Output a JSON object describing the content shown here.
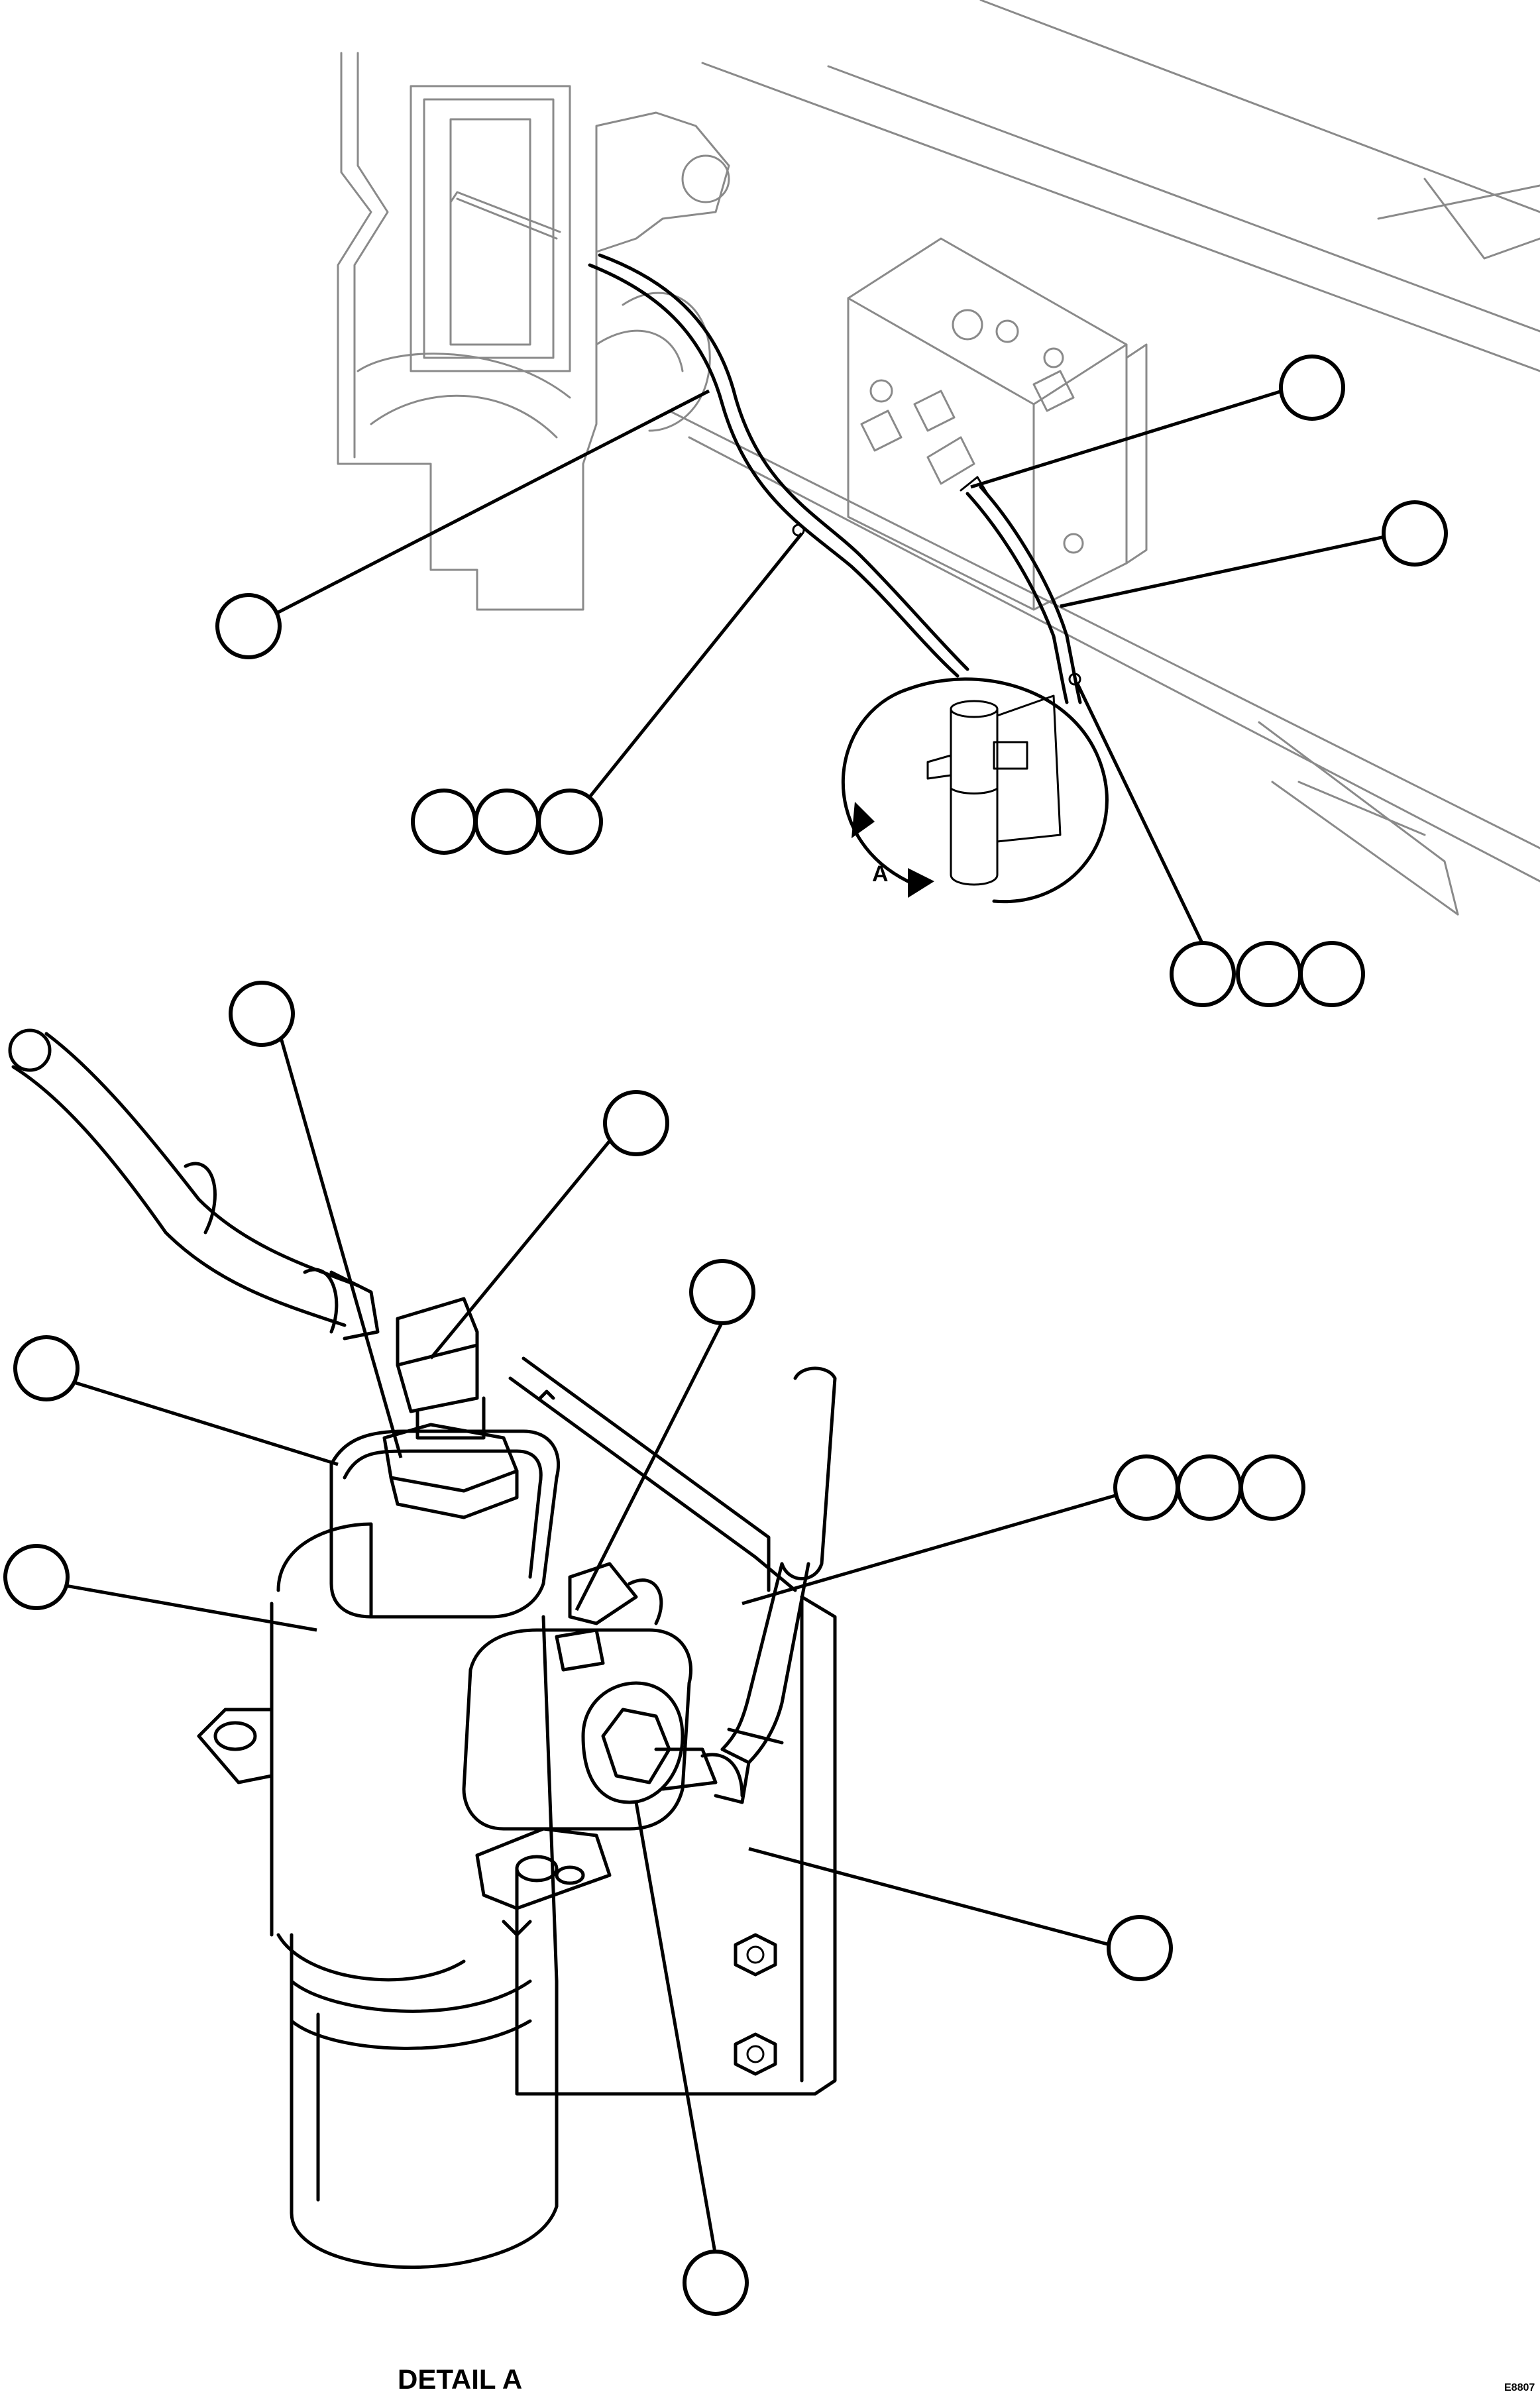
{
  "view_marker": "A",
  "detail_label": "DETAIL A",
  "drawing_id": "E8807"
}
